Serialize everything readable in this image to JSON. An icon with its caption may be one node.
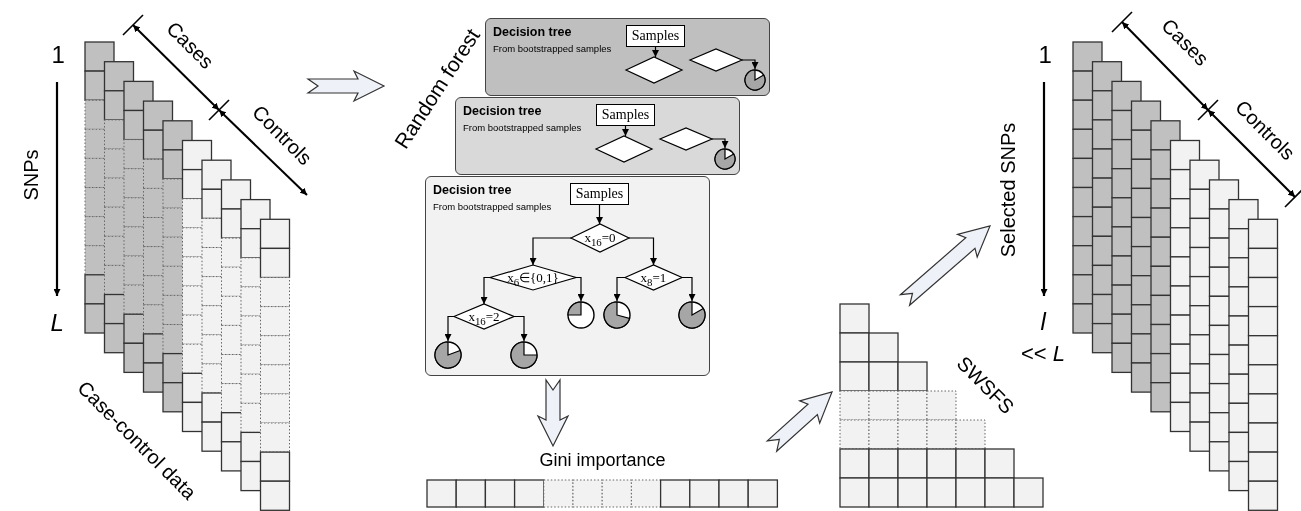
{
  "diagram": {
    "nodes": [
      {
        "text": [
          "Case-control data"
        ]
      },
      {
        "text": [
          "Random forest"
        ]
      },
      {
        "text": [
          "Decision tree",
          "From bootstrapped samples"
        ],
        "in": 1
      },
      {
        "text": [
          "Samples"
        ],
        "in": 2
      },
      {
        "text": [],
        "shape": "diamond",
        "in": 2
      },
      {
        "text": [],
        "shape": "diamond",
        "in": 2
      },
      {
        "text": [],
        "shape": "circle",
        "in": 2
      },
      {
        "text": [
          "Decision tree",
          "From bootstrapped samples"
        ],
        "in": 1
      },
      {
        "text": [
          "Samples"
        ],
        "in": 7
      },
      {
        "text": [],
        "shape": "diamond",
        "in": 7
      },
      {
        "text": [],
        "shape": "diamond",
        "in": 7
      },
      {
        "text": [],
        "shape": "circle",
        "in": 7
      },
      {
        "text": [
          "Decision tree",
          "From bootstrapped samples"
        ],
        "in": 1
      },
      {
        "text": [
          "Samples"
        ],
        "in": 12
      },
      {
        "text": [
          "x$_{16}$=0"
        ],
        "in": 12
      },
      {
        "text": [
          "x$_{6}$∈{0,1}"
        ],
        "in": 12
      },
      {
        "text": [
          "x$_{8}$=1"
        ],
        "in": 12
      },
      {
        "text": [
          "x$_{16}$=2"
        ],
        "in": 12
      },
      {
        "text": [],
        "shape": "circle",
        "in": 12
      },
      {
        "text": [],
        "shape": "circle",
        "in": 12
      },
      {
        "text": [],
        "shape": "circle",
        "in": 12
      },
      {
        "text": [],
        "shape": "circle",
        "in": 12
      },
      {
        "text": [],
        "shape": "circle",
        "in": 12
      },
      {
        "text": [
          "Gini importance"
        ]
      },
      {
        "text": [
          "SWSFS"
        ]
      },
      {
        "text": [],
        "shape": "grid"
      }
    ],
    "edges": [
      {
        "from": 0,
        "to": 1,
        "arrow": "to",
        "style": "thick"
      },
      {
        "from": 1,
        "to": 23,
        "arrow": "to",
        "style": "thick"
      },
      {
        "from": 23,
        "to": 24,
        "arrow": "to",
        "style": "thick"
      },
      {
        "from": 24,
        "to": 25,
        "arrow": "to",
        "style": "thick"
      },
      {
        "from": 3,
        "to": 4,
        "arrow": "to"
      },
      {
        "from": 5,
        "to": 6,
        "arrow": "to"
      },
      {
        "from": 8,
        "to": 9,
        "arrow": "to"
      },
      {
        "from": 10,
        "to": 11,
        "arrow": "to"
      },
      {
        "from": 13,
        "to": 14,
        "arrow": "to"
      },
      {
        "from": 14,
        "to": 15,
        "arrow": "to"
      },
      {
        "from": 14,
        "to": 16,
        "arrow": "to"
      },
      {
        "from": 15,
        "to": 17,
        "arrow": "to"
      },
      {
        "from": 15,
        "to": 18,
        "arrow": "to"
      },
      {
        "from": 16,
        "to": 19,
        "arrow": "to"
      },
      {
        "from": 16,
        "to": 20,
        "arrow": "to"
      },
      {
        "from": 17,
        "to": 21,
        "arrow": "to"
      },
      {
        "from": 17,
        "to": 22,
        "arrow": "to"
      }
    ],
    "labels": [
      "1",
      "SNPs",
      "L",
      "Cases",
      "Controls",
      "1",
      "Selected SNPs",
      "l",
      "<< *L*",
      "Cases",
      "Controls"
    ]
  }
}
